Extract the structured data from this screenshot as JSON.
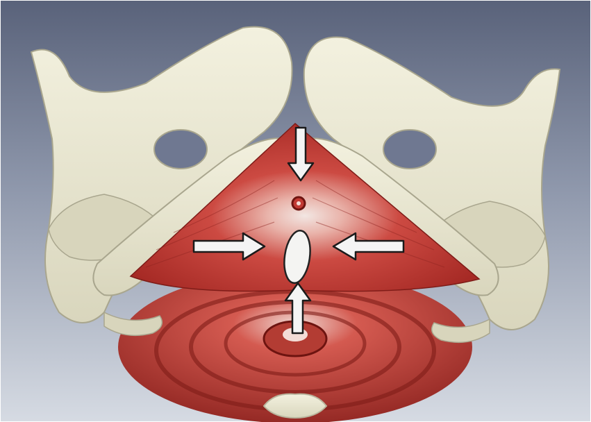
{
  "image": {
    "subject": "pelvic-floor-3d-render",
    "colors": {
      "background_top": "#59627a",
      "background_bottom": "#d6dbe3",
      "bone": "#ebe8d2",
      "bone_shadow": "#b9b69e",
      "muscle": "#c23a34",
      "muscle_dark": "#7e1c18",
      "muscle_light": "#e58a80",
      "arrow_fill": "#f4f4f4",
      "arrow_stroke": "#1a1a1a"
    },
    "arrows": [
      {
        "name": "down-arrow",
        "direction": "down"
      },
      {
        "name": "right-arrow",
        "direction": "right"
      },
      {
        "name": "left-arrow",
        "direction": "left"
      },
      {
        "name": "up-arrow",
        "direction": "up"
      }
    ]
  }
}
